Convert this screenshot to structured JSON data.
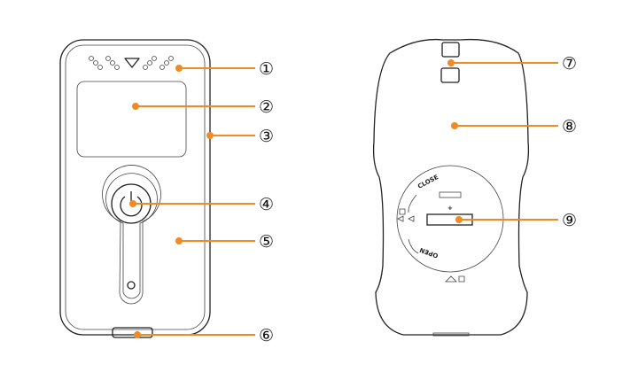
{
  "callouts": {
    "c1": "①",
    "c2": "②",
    "c3": "③",
    "c4": "④",
    "c5": "⑤",
    "c6": "⑥",
    "c7": "⑦",
    "c8": "⑧",
    "c9": "⑨"
  },
  "battery_cover": {
    "close_label": "CLOSE",
    "open_label": "OPEN",
    "plus_label": "+"
  },
  "colors": {
    "accent": "#f08a24",
    "outline": "#222222"
  }
}
